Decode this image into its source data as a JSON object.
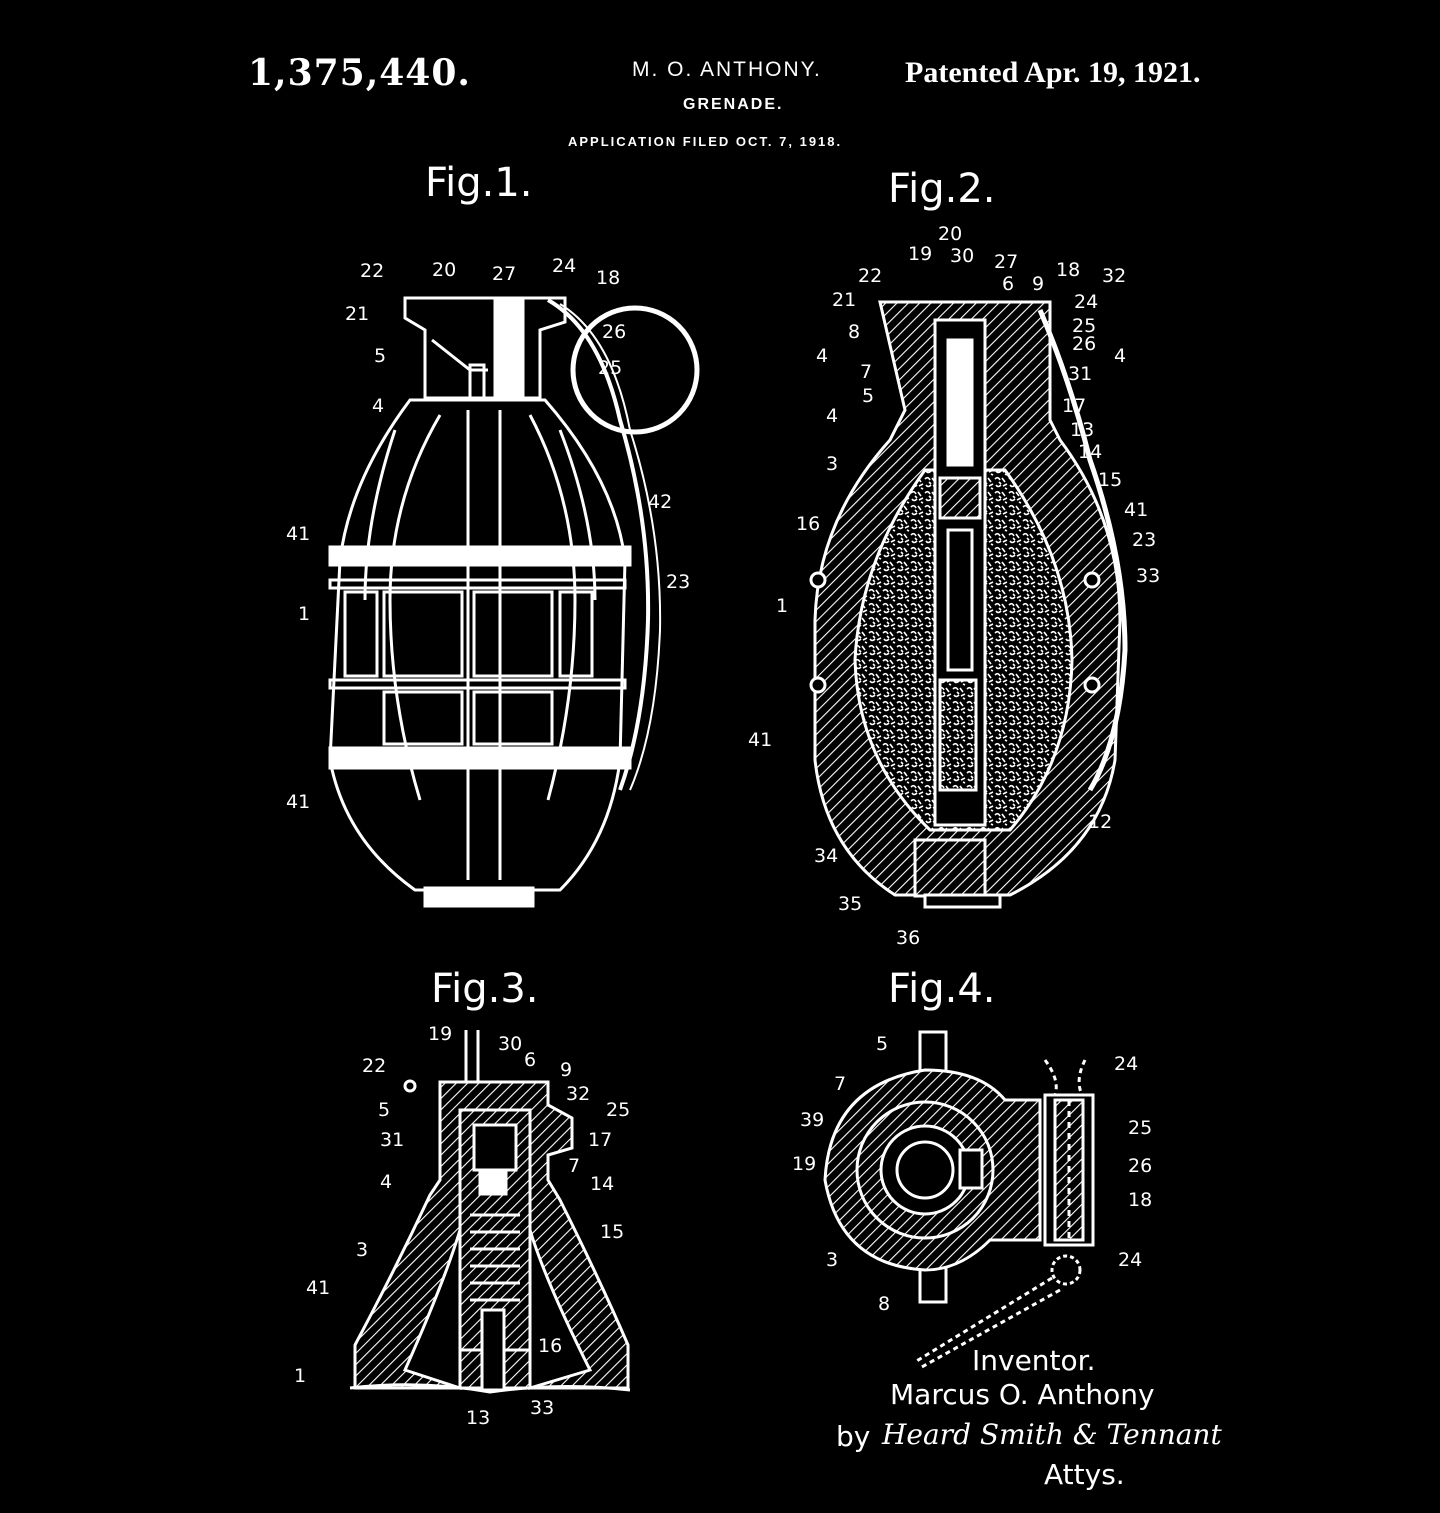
{
  "header": {
    "patent_number": "1,375,440.",
    "inventor_short": "M. O. ANTHONY.",
    "title": "GRENADE.",
    "filed": "APPLICATION FILED OCT. 7, 1918.",
    "patented": "Patented Apr. 19, 1921."
  },
  "figures": {
    "fig1": "Fig.1.",
    "fig2": "Fig.2.",
    "fig3": "Fig.3.",
    "fig4": "Fig.4."
  },
  "signature": {
    "inventor_label": "Inventor.",
    "inventor_name": "Marcus O. Anthony",
    "by": "by",
    "attorneys": "Heard Smith & Tennant",
    "attys": "Attys."
  },
  "colors": {
    "background": "#000000",
    "ink": "#ffffff"
  }
}
